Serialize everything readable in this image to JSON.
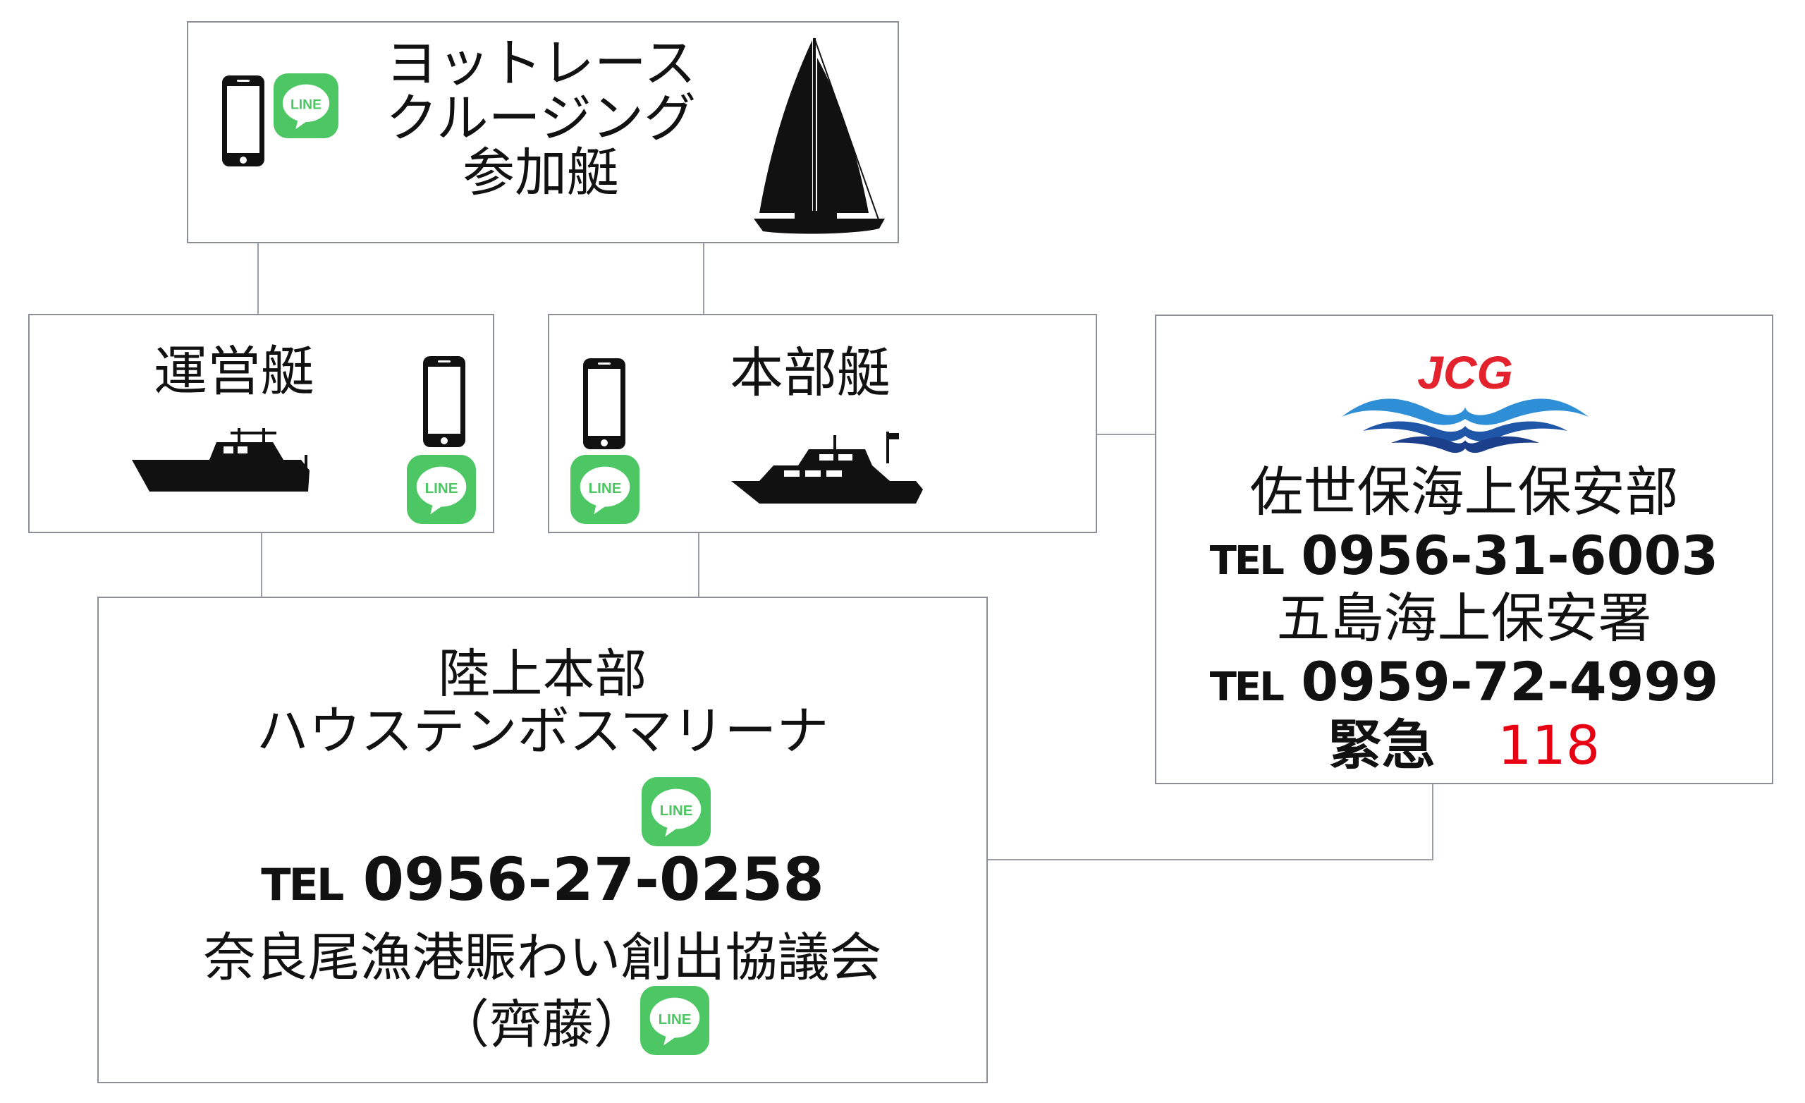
{
  "top_box": {
    "title_lines": [
      "ヨットレース",
      "クルージング",
      "参加艇"
    ]
  },
  "unei": {
    "title": "運営艇"
  },
  "honbu": {
    "title": "本部艇"
  },
  "jcg": {
    "logo_text": "JCG",
    "office1": "佐世保海上保安部",
    "tel1_prefix": "TEL",
    "tel1": "0956-31-6003",
    "office2": "五島海上保安署",
    "tel2_prefix": "TEL",
    "tel2": "0959-72-4999",
    "emergency_label": "緊急",
    "emergency_number": "118"
  },
  "land": {
    "line1": "陸上本部",
    "line2": "ハウステンボスマリーナ",
    "tel_prefix": "TEL",
    "tel": "0956-27-0258",
    "line3": "奈良尾漁港賑わい創出協議会",
    "line4": "（齊藤）"
  },
  "line_badge_text": "LINE",
  "colors": {
    "line_green": "#4CC764",
    "emergency_red": "#e60012",
    "jcg_red": "#e3222e",
    "jcg_blue": "#2f8fd6"
  }
}
